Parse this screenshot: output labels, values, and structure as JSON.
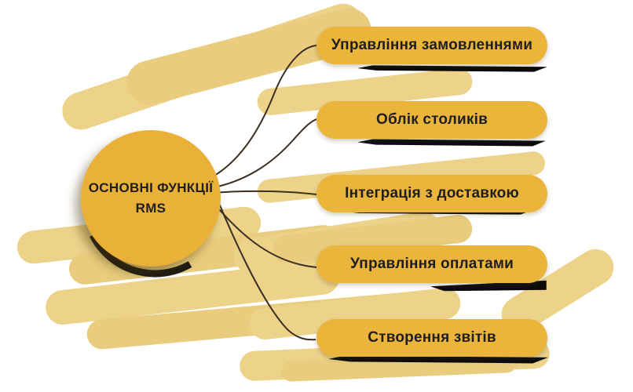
{
  "diagram": {
    "title": "ОСНОВНІ ФУНКЦІЇ RMS",
    "center": {
      "line1": "ОСНОВНІ ФУНКЦІЇ",
      "line2": "RMS"
    },
    "nodes": [
      {
        "label": "Управління замовленнями"
      },
      {
        "label": "Облік столиків"
      },
      {
        "label": "Інтеграція з доставкою"
      },
      {
        "label": "Управління оплатами"
      },
      {
        "label": "Створення звітів"
      }
    ],
    "colors": {
      "node_fill": "#EBB53C",
      "center_fill": "#E9B138",
      "brush_stroke": "#EDD38A",
      "connector": "#3A2F20",
      "text": "#1E1E20",
      "shadow_smear": "#0B0B0B",
      "background": "#FFFFFF"
    }
  }
}
